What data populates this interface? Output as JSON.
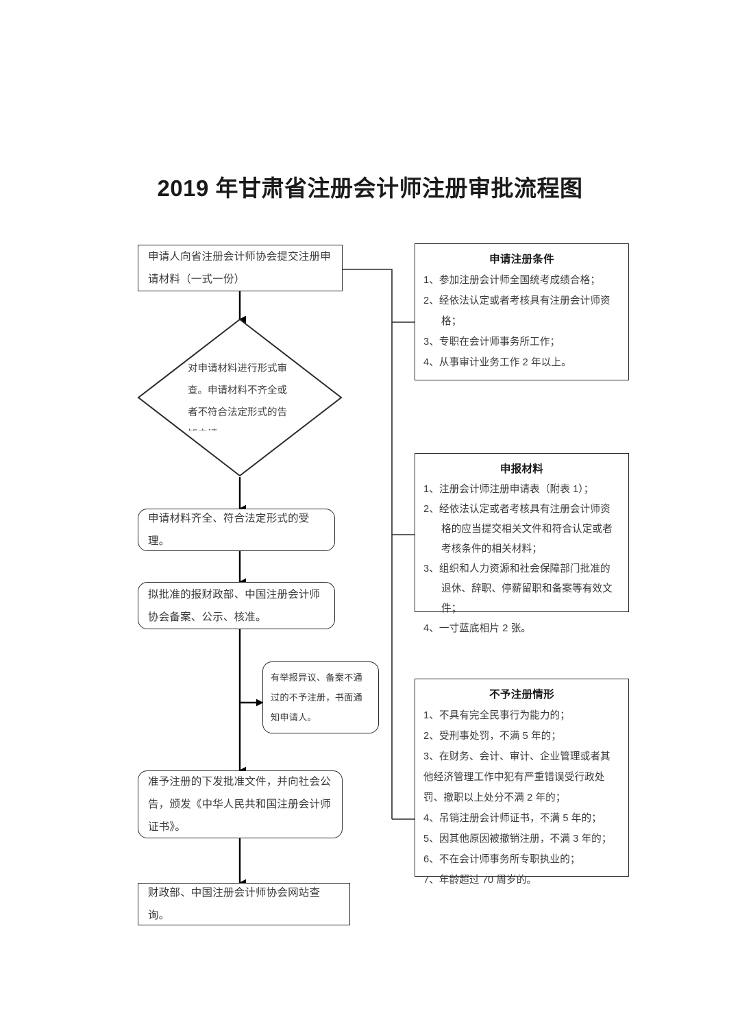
{
  "page": {
    "title": "2019 年甘肃省注册会计师注册审批流程图",
    "line_color": "#2b2b2b",
    "text_color": "#3a3a3a",
    "background": "#ffffff"
  },
  "flow": {
    "step_submit": "申请人向省注册会计师协会提交注册申请材料（一式一份）",
    "decision_review": "对申请材料进行形式审查。申请材料不齐全或者不符合法定形式的告知申请",
    "step_accept": "申请材料齐全、符合法定形式的受理。",
    "step_approve_record": "拟批准的报财政部、中国注册会计师协会备案、公示、核准。",
    "step_reject_note": "有举报异议、备案不通过的不予注册，书面通知申请人。",
    "step_grant": "准予注册的下发批准文件，并向社会公告，颁发《中华人民共和国注册会计师证书》。",
    "step_query": "财政部、中国注册会计师协会网站查询。"
  },
  "panels": [
    {
      "id": "conditions",
      "title": "申请注册条件",
      "items": [
        "1、参加注册会计师全国统考成绩合格；",
        "2、经依法认定或者考核具有注册会计师资格；",
        "3、专职在会计师事务所工作；",
        "4、从事审计业务工作 2 年以上。"
      ]
    },
    {
      "id": "materials",
      "title": "申报材料",
      "items": [
        "1、注册会计师注册申请表（附表 1）；",
        "2、经依法认定或者考核具有注册会计师资格的应当提交相关文件和符合认定或者考核条件的相关材料；",
        "3、组织和人力资源和社会保障部门批准的退休、辞职、停薪留职和备案等有效文件；",
        "4、一寸蓝底相片 2 张。"
      ]
    },
    {
      "id": "refusal",
      "title": "不予注册情形",
      "items": [
        "1、不具有完全民事行为能力的；",
        "2、受刑事处罚，不满 5 年的；",
        "3、在财务、会计、审计、企业管理或者其他经济管理工作中犯有严重错误受行政处罚、撤职以上处分不满 2 年的；",
        "4、吊销注册会计师证书，不满 5 年的；",
        "5、因其他原因被撤销注册，不满 3 年的；",
        "6、不在会计师事务所专职执业的；",
        "7、年龄超过 70 周岁的。"
      ]
    }
  ]
}
